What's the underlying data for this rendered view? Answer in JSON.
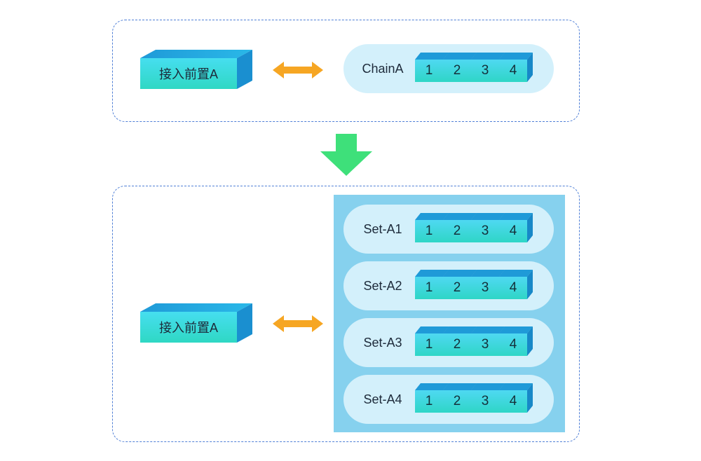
{
  "top_section": {
    "node_label": "接入前置A",
    "chain": {
      "label": "ChainA",
      "blocks": [
        "1",
        "2",
        "3",
        "4"
      ]
    }
  },
  "bottom_section": {
    "node_label": "接入前置A",
    "sets": [
      {
        "label": "Set-A1",
        "blocks": [
          "1",
          "2",
          "3",
          "4"
        ]
      },
      {
        "label": "Set-A2",
        "blocks": [
          "1",
          "2",
          "3",
          "4"
        ]
      },
      {
        "label": "Set-A3",
        "blocks": [
          "1",
          "2",
          "3",
          "4"
        ]
      },
      {
        "label": "Set-A4",
        "blocks": [
          "1",
          "2",
          "3",
          "4"
        ]
      }
    ]
  },
  "colors": {
    "panel_border": "#4f7fd6",
    "node_face": "#3dd9cf",
    "bidirectional_arrow": "#f6a623",
    "down_arrow": "#3ee07a",
    "chain_pill": "#d3f0fb",
    "set_background": "#86d1ee"
  }
}
